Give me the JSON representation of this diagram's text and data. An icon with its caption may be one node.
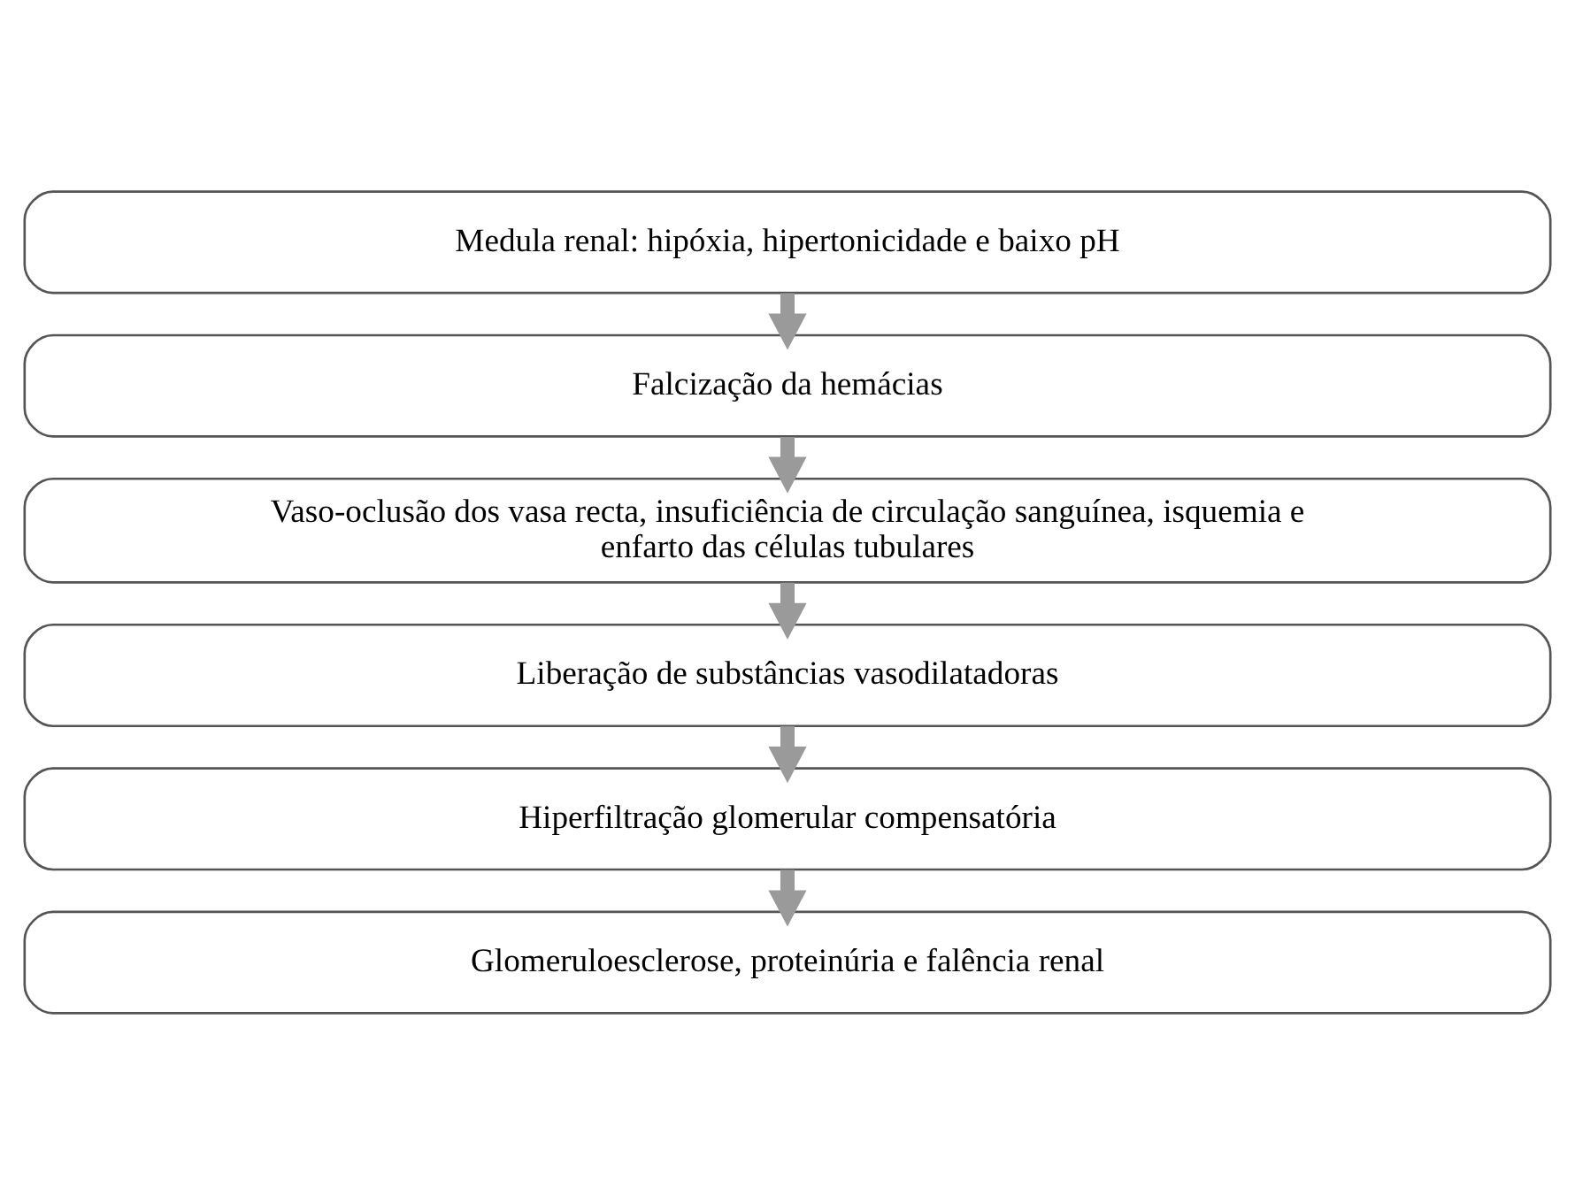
{
  "diagram": {
    "nodes": [
      {
        "text": [
          "Medula renal: hipóxia, hipertonicidade e baixo pH"
        ]
      },
      {
        "text": [
          "Falcização da hemácias"
        ]
      },
      {
        "text": [
          "Vaso-oclusão dos vasa recta, insuficiência de circulação sanguínea, isquemia e enfarto das células tubulares"
        ]
      },
      {
        "text": [
          "Liberação de substâncias vasodilatadoras"
        ]
      },
      {
        "text": [
          "Hiperfiltração glomerular compensatória"
        ]
      },
      {
        "text": [
          "Glomeruloesclerose, proteinúria e falência renal"
        ]
      }
    ],
    "edges": [
      {
        "from": 0,
        "to": 1,
        "arrow": "to"
      },
      {
        "from": 1,
        "to": 2,
        "arrow": "to"
      },
      {
        "from": 2,
        "to": 3,
        "arrow": "to"
      },
      {
        "from": 3,
        "to": 4,
        "arrow": "to"
      },
      {
        "from": 4,
        "to": 5,
        "arrow": "to"
      }
    ]
  }
}
